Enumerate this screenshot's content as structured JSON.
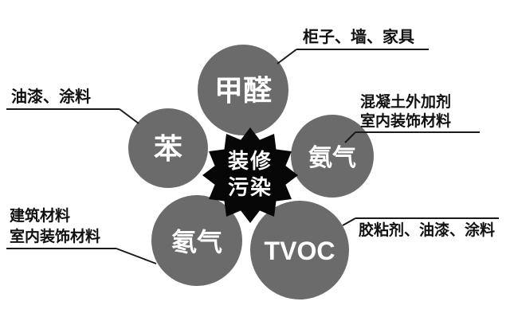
{
  "center": {
    "line1": "装修",
    "line2": "污染"
  },
  "nodes": {
    "formaldehyde": {
      "label": "甲醛"
    },
    "benzene": {
      "label": "苯"
    },
    "ammonia": {
      "label": "氨气"
    },
    "radon": {
      "label": "氡气"
    },
    "tvoc": {
      "label": "TVOC"
    }
  },
  "callouts": {
    "formaldehyde": {
      "line1": "柜子、墙、家具"
    },
    "benzene": {
      "line1": "油漆、涂料"
    },
    "ammonia": {
      "line1": "混凝土外加剂",
      "line2": "室内装饰材料"
    },
    "radon": {
      "line1": "建筑材料",
      "line2": "室内装饰材料"
    },
    "tvoc": {
      "line1": "胶粘剂、油漆、涂料"
    }
  },
  "colors": {
    "background": "#ffffff",
    "circle": "#6b6b6b",
    "center_burst": "#060606",
    "label_text": "#ffffff",
    "callout_text": "#111111",
    "line": "#1a1a1a"
  }
}
